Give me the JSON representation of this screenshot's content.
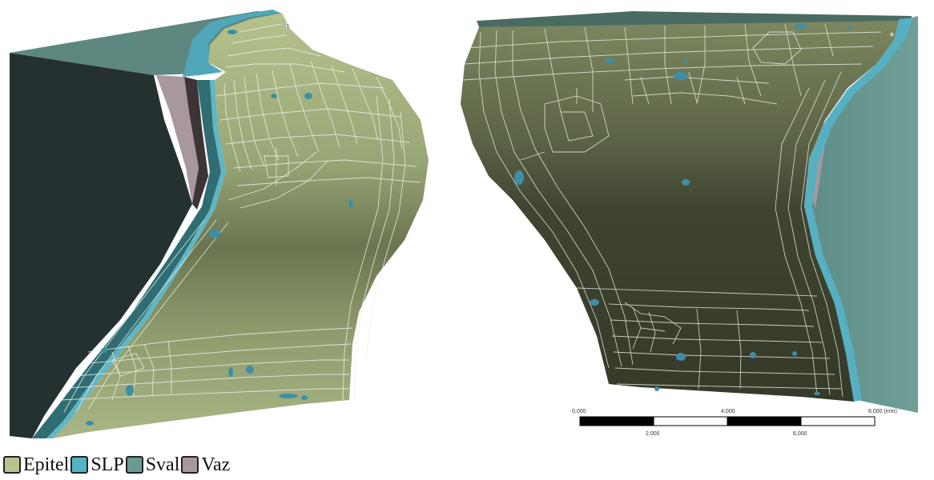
{
  "legend": [
    {
      "label": "Epitel",
      "color": "#b8c48e"
    },
    {
      "label": "SLP",
      "color": "#55b3c6"
    },
    {
      "label": "Sval",
      "color": "#6a9a92"
    },
    {
      "label": "Vaz",
      "color": "#a8989c"
    }
  ],
  "scale_bar": {
    "top_labels": [
      "0,000",
      "4,000",
      "8,000 (mm)"
    ],
    "bottom_labels": [
      "2,000",
      "6,000"
    ]
  },
  "colors": {
    "epitel_light": "#a9b685",
    "epitel_dark": "#3a3f2c",
    "slp": "#55b3c6",
    "sval": "#6a9a92",
    "sval_dark": "#243130",
    "vaz": "#a8989c",
    "mesh_line": "#f2f4ea"
  }
}
